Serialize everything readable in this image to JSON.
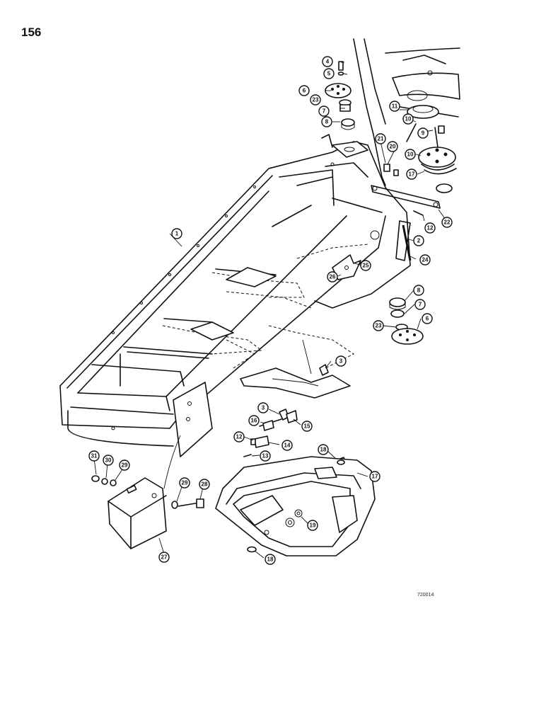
{
  "page": {
    "number": "156",
    "drawing_ref": "720014"
  },
  "callouts": [
    {
      "id": "c-1",
      "label": "1"
    },
    {
      "id": "c-2",
      "label": "2"
    },
    {
      "id": "c-3a",
      "label": "3"
    },
    {
      "id": "c-3b",
      "label": "3"
    },
    {
      "id": "c-4",
      "label": "4"
    },
    {
      "id": "c-5",
      "label": "5"
    },
    {
      "id": "c-6a",
      "label": "6"
    },
    {
      "id": "c-6b",
      "label": "6"
    },
    {
      "id": "c-7a",
      "label": "7"
    },
    {
      "id": "c-7b",
      "label": "7"
    },
    {
      "id": "c-8a",
      "label": "8"
    },
    {
      "id": "c-8b",
      "label": "8"
    },
    {
      "id": "c-9",
      "label": "9"
    },
    {
      "id": "c-10a",
      "label": "10"
    },
    {
      "id": "c-10b",
      "label": "10"
    },
    {
      "id": "c-11",
      "label": "11"
    },
    {
      "id": "c-12a",
      "label": "12"
    },
    {
      "id": "c-12b",
      "label": "12"
    },
    {
      "id": "c-13",
      "label": "13"
    },
    {
      "id": "c-14",
      "label": "14"
    },
    {
      "id": "c-15",
      "label": "15"
    },
    {
      "id": "c-16",
      "label": "16"
    },
    {
      "id": "c-17a",
      "label": "17"
    },
    {
      "id": "c-17b",
      "label": "17"
    },
    {
      "id": "c-18a",
      "label": "18"
    },
    {
      "id": "c-18b",
      "label": "18"
    },
    {
      "id": "c-19",
      "label": "19"
    },
    {
      "id": "c-20",
      "label": "20"
    },
    {
      "id": "c-21",
      "label": "21"
    },
    {
      "id": "c-22",
      "label": "22"
    },
    {
      "id": "c-23a",
      "label": "23"
    },
    {
      "id": "c-23b",
      "label": "23"
    },
    {
      "id": "c-24",
      "label": "24"
    },
    {
      "id": "c-25",
      "label": "25"
    },
    {
      "id": "c-26",
      "label": "26"
    },
    {
      "id": "c-27",
      "label": "27"
    },
    {
      "id": "c-28",
      "label": "28"
    },
    {
      "id": "c-29a",
      "label": "29"
    },
    {
      "id": "c-29b",
      "label": "29"
    },
    {
      "id": "c-30",
      "label": "30"
    },
    {
      "id": "c-31",
      "label": "31"
    }
  ]
}
